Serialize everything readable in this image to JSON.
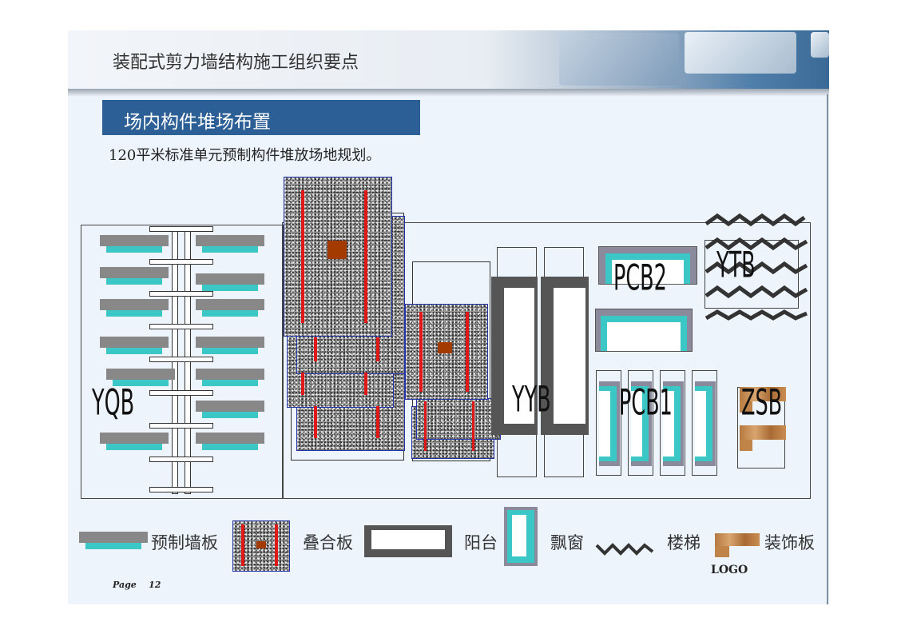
{
  "header": {
    "title": "装配式剪力墙结构施工组织要点"
  },
  "section": {
    "title": "场内构件堆场布置"
  },
  "description": "120平米标准单元预制构件堆放场地规划。",
  "plan": {
    "labels": {
      "yqb": "YQB",
      "yyb": "YYB",
      "pcb2": "PCB2",
      "ytb": "YTB",
      "pcb1": "PCB1",
      "zsb": "ZSB"
    }
  },
  "legend": {
    "wall": "预制墙板",
    "slab": "叠合板",
    "balcony": "阳台",
    "bay_window": "飘窗",
    "stair": "楼梯",
    "decor": "装饰板"
  },
  "logo": "LOGO",
  "page": {
    "label": "Page",
    "number": "12"
  },
  "colors": {
    "section_bar": "#2c5f96",
    "rebar": "#e01818",
    "wall_gray": "#888888",
    "wall_cyan": "#3cc7c7",
    "wood": "#b5793f"
  }
}
